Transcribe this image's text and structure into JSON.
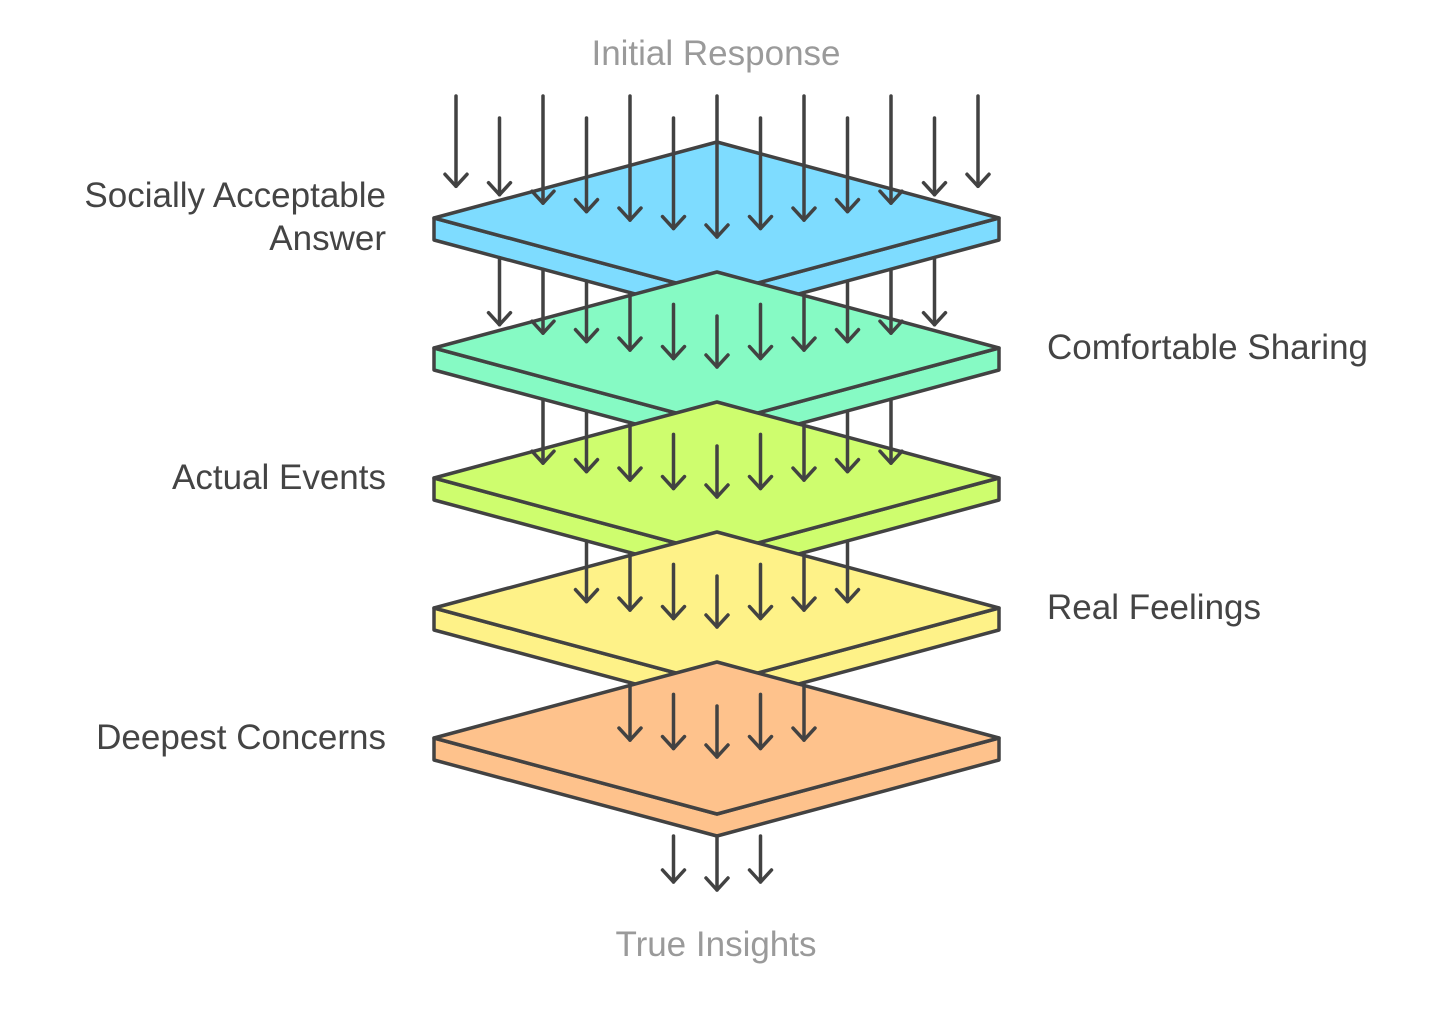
{
  "title_top": "Initial Response",
  "title_bottom": "True Insights",
  "layers": [
    {
      "label": "Socially Acceptable Answer",
      "color": "#7edcff",
      "side_color": "#7edcff"
    },
    {
      "label": "Comfortable Sharing",
      "color": "#86fac4",
      "side_color": "#86fac4"
    },
    {
      "label": "Actual Events",
      "color": "#cefd6e",
      "side_color": "#cefd6e"
    },
    {
      "label": "Real Feelings",
      "color": "#fef288",
      "side_color": "#fef288"
    },
    {
      "label": "Deepest Concerns",
      "color": "#fec28c",
      "side_color": "#fec28c"
    }
  ],
  "stroke_color": "#424242",
  "arrows_per_stage": [
    13,
    11,
    9,
    7,
    5,
    3
  ]
}
